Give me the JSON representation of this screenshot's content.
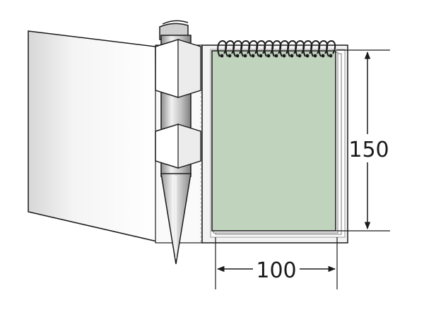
{
  "diagram": {
    "dimensions": {
      "height_label": "150",
      "width_label": "100"
    },
    "colors": {
      "notepad_fill": "#bfd3bd",
      "line": "#1a1a1a",
      "cover_light": "#f7f7f7",
      "cover_shade": "#d9d9d9",
      "pen_metal": "#c9c9c9"
    },
    "spiral_ring_count": 15
  }
}
